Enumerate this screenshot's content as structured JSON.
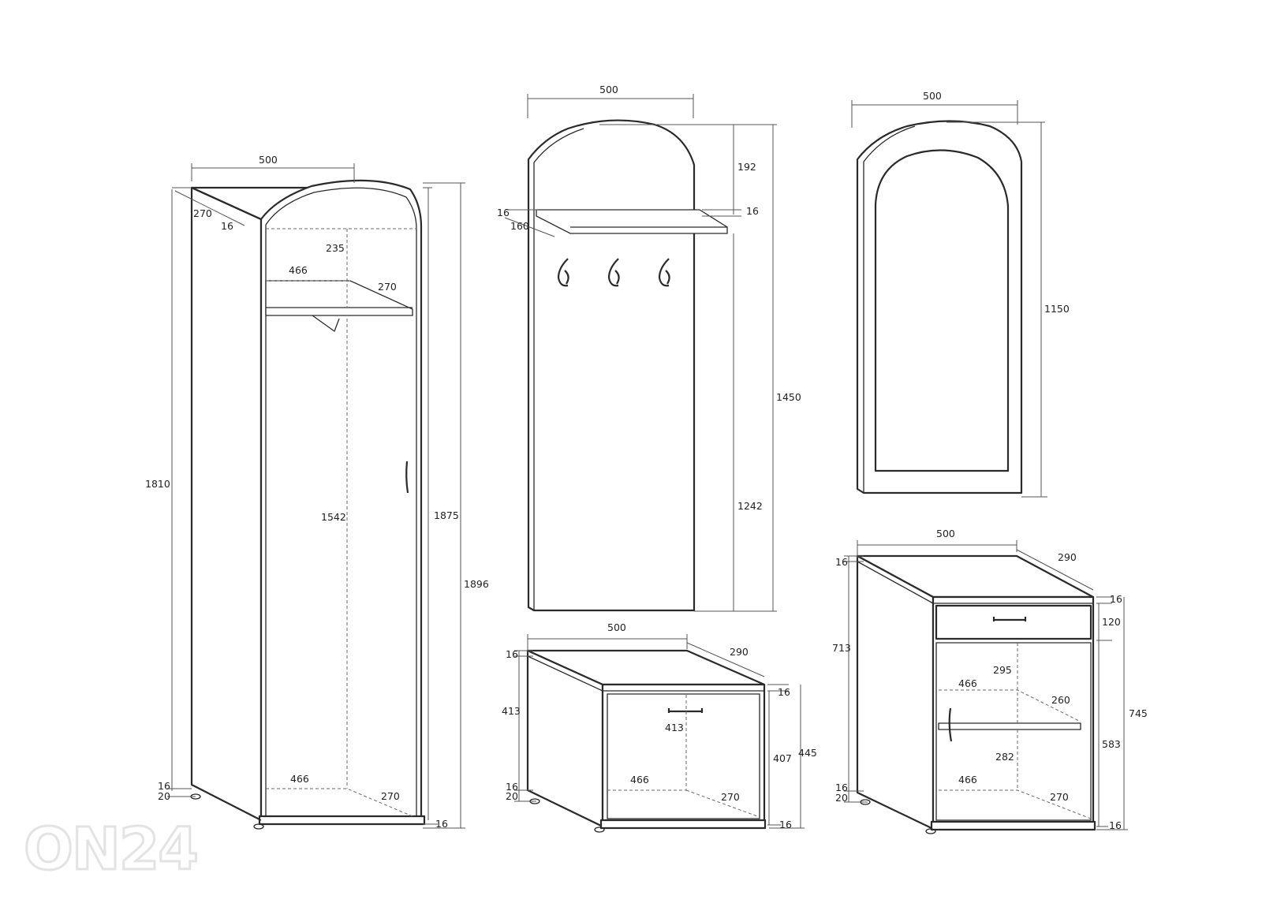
{
  "watermark": "ON24",
  "wardrobe": {
    "width": "500",
    "depth": "270",
    "panel_left": "16",
    "top_gap": "235",
    "shelf_width": "466",
    "shelf_depth": "270",
    "inner_height": "1542",
    "height_side": "1810",
    "height_door": "1875",
    "height_total": "1896",
    "plinth_panel": "16",
    "plinth_legs": "20",
    "bottom_width": "466",
    "bottom_depth": "270",
    "bottom_panel": "16"
  },
  "hanger_panel": {
    "width": "500",
    "arch_height": "192",
    "shelf_thickness_left": "16",
    "shelf_thickness_right": "16",
    "shelf_depth": "160",
    "total_height": "1450",
    "lower_height": "1242"
  },
  "mirror": {
    "width": "500",
    "height": "1150"
  },
  "shoe_bench": {
    "width": "500",
    "depth": "290",
    "top_thickness": "16",
    "side_height": "413",
    "bottom_panel": "16",
    "legs": "20",
    "top_right": "16",
    "door_height": "413",
    "inner_height": "407",
    "total_height": "445",
    "bottom_width": "466",
    "bottom_depth": "270",
    "bottom_right": "16"
  },
  "commode": {
    "width": "500",
    "depth": "290",
    "top_left": "16",
    "side_height": "713",
    "bottom_panel": "16",
    "legs": "20",
    "top_right": "16",
    "drawer_height": "120",
    "shelf_gap_top": "295",
    "shelf_width": "466",
    "shelf_depth": "260",
    "total_height": "745",
    "door_height": "583",
    "shelf_gap_bottom": "282",
    "bottom_width": "466",
    "bottom_depth": "270",
    "bottom_right": "16"
  }
}
